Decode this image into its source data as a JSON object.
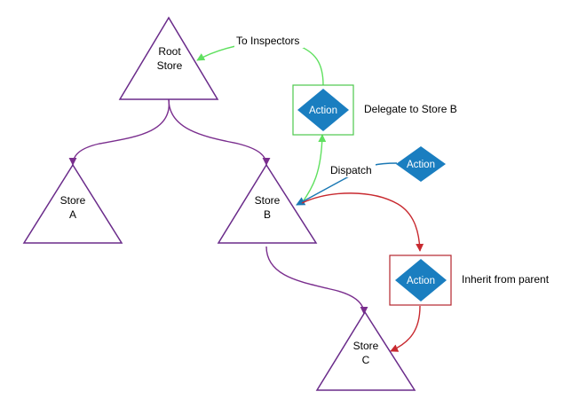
{
  "colors": {
    "store_stroke": "#6a2b8a",
    "hierarchy_edge": "#7a2e8e",
    "inspector_edge": "#5fe05f",
    "dispatch_edge": "#1a78b4",
    "inherit_edge": "#c8292f",
    "action_fill": "#1a7ec0",
    "delegate_box": "#4cc94c",
    "inherit_box": "#b3262d"
  },
  "stores": {
    "root": {
      "line1": "Root",
      "line2": "Store"
    },
    "a": {
      "line1": "Store",
      "line2": "A"
    },
    "b": {
      "line1": "Store",
      "line2": "B"
    },
    "c": {
      "line1": "Store",
      "line2": "C"
    }
  },
  "actions": {
    "delegate": {
      "label": "Action"
    },
    "dispatch": {
      "label": "Action"
    },
    "inherit": {
      "label": "Action"
    }
  },
  "labels": {
    "to_inspectors": "To Inspectors",
    "delegate": "Delegate to Store B",
    "dispatch": "Dispatch",
    "inherit": "Inherit from parent"
  }
}
